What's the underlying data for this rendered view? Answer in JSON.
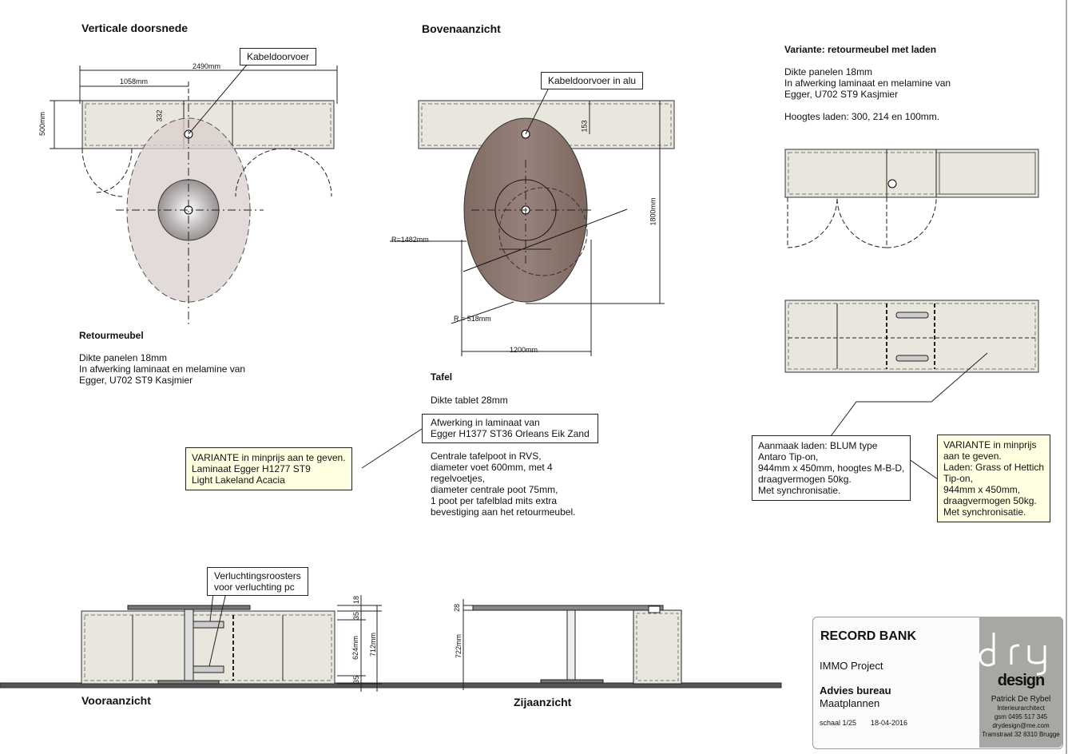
{
  "views": {
    "vertical_section": "Verticale doorsnede",
    "top_view": "Bovenaanzicht",
    "front_view": "Vooraanzicht",
    "side_view": "Zijaanzicht"
  },
  "variant_drawers": {
    "title": "Variante: retourmeubel met laden",
    "lines": [
      "Dikte panelen 18mm",
      "In afwerking laminaat en melamine van",
      "Egger,  U702 ST9 Kasjmier",
      "",
      "Hoogtes laden: 300, 214 en 100mm."
    ]
  },
  "retourmeubel": {
    "title": "Retourmeubel",
    "lines": [
      "Dikte panelen 18mm",
      "In afwerking laminaat en melamine van",
      "Egger,  U702 ST9 Kasjmier"
    ]
  },
  "tafel": {
    "title": "Tafel",
    "thickness": "Dikte tablet 28mm",
    "finish_box": [
      "Afwerking in laminaat van",
      "Egger H1377 ST36 Orleans Eik Zand"
    ],
    "details": [
      "Centrale tafelpoot in RVS,",
      "diameter voet 600mm, met 4",
      "regelvoetjes,",
      "diameter centrale poot 75mm,",
      "1 poot per tafelblad mits extra",
      "bevestiging aan het retourmeubel."
    ]
  },
  "callouts": {
    "cable1": "Kabeldoorvoer",
    "cable2": "Kabeldoorvoer in alu",
    "ventilation": [
      "Verluchtingsroosters",
      "voor verluchting pc"
    ]
  },
  "notes": {
    "variant_laminate": [
      "VARIANTE in minprijs aan te geven.",
      "Laminaat Egger H1277 ST9",
      "Light Lakeland Acacia"
    ],
    "blum": [
      "Aanmaak laden: BLUM type",
      "Antaro Tip-on,",
      "944mm x 450mm, hoogtes M-B-D,",
      "draagvermogen 50kg.",
      "Met synchronisatie."
    ],
    "variant_grass": [
      "VARIANTE in minprijs",
      "aan te geven.",
      "Laden: Grass of Hettich",
      "Tip-on,",
      "944mm x 450mm,",
      "draagvermogen 50kg.",
      "Met synchronisatie."
    ]
  },
  "dimensions": {
    "d2490": "2490mm",
    "d1058": "1058mm",
    "d500": "500mm",
    "d332": "332",
    "d153": "153",
    "d1800": "1800mm",
    "r1482": "R=1482mm",
    "r518": "R = 518mm",
    "d1200": "1200mm",
    "d18": "18",
    "d35a": "35",
    "d624": "624mm",
    "d712": "712mm",
    "d35b": "35",
    "d28": "28",
    "d722": "722mm"
  },
  "titleblock": {
    "client": "RECORD BANK",
    "project": "IMMO Project",
    "service": "Advies bureau",
    "sub": "Maatplannen",
    "scale": "schaal  1/25",
    "date": "18-04-2016"
  },
  "logo": {
    "text": "dry design",
    "name": "Patrick De Rybel",
    "role": "Interieurarchitect",
    "phone": "gsm 0495 517 345",
    "email": "drydesign@me.com",
    "address": "Tramstraat 32   8310 Brugge"
  },
  "colors": {
    "panel": "#e9e7dd",
    "table_wood": "#8a766e",
    "note_bg": "#ffffe1",
    "logo_bg": "#a9a7a4"
  }
}
